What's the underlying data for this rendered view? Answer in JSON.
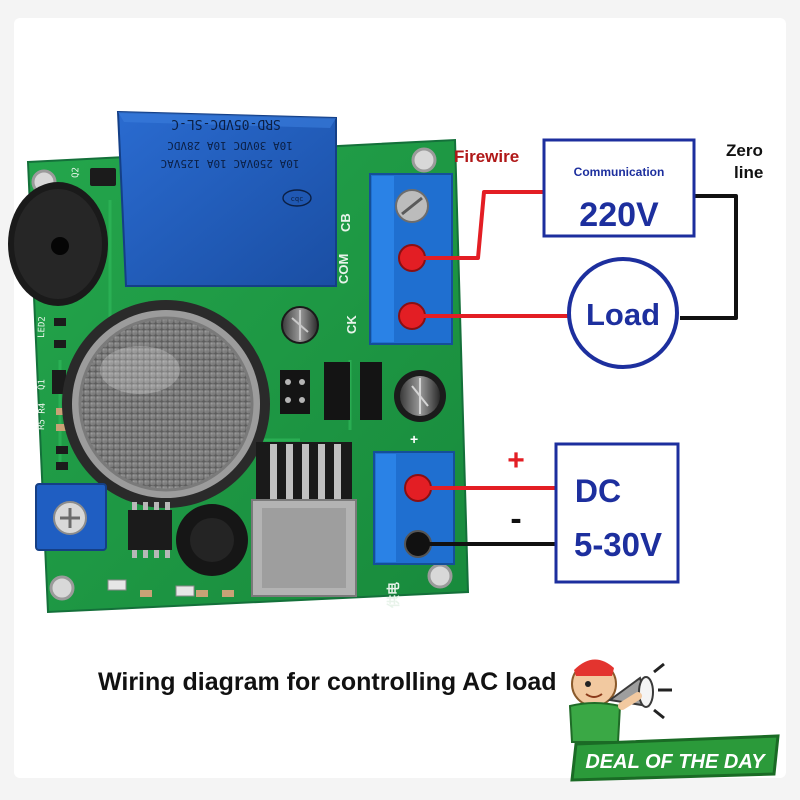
{
  "relay": {
    "model": "SRD-05VDC-SL-C",
    "ratings": [
      "10A 250VAC 10A 125VAC",
      "10A 30VDC 10A 28VDC"
    ],
    "cert": "cqc"
  },
  "terminals": {
    "output": [
      "CB",
      "COM",
      "CK"
    ],
    "power": "供电",
    "power_plus": "+"
  },
  "wires": {
    "live_label": "Firewire",
    "neutral_label_1": "Zero",
    "neutral_label_2": "line"
  },
  "ac_source": {
    "title": "Communication",
    "voltage": "220V"
  },
  "load": {
    "label": "Load"
  },
  "dc_supply": {
    "line1": "DC",
    "line2": "5-30V",
    "plus": "+",
    "minus": "-"
  },
  "caption": "Wiring diagram for controlling AC load",
  "promo": {
    "badge": "DEAL OF THE DAY"
  },
  "colors": {
    "pcb": "#1f9a45",
    "relay": "#1e59b4",
    "terminal": "#1f6fd0",
    "live_wire": "#e31e24",
    "neutral_wire": "#111111",
    "diagram_blue": "#1d2f9e",
    "label_red": "#b01818",
    "badge": "#2b9a3a"
  }
}
